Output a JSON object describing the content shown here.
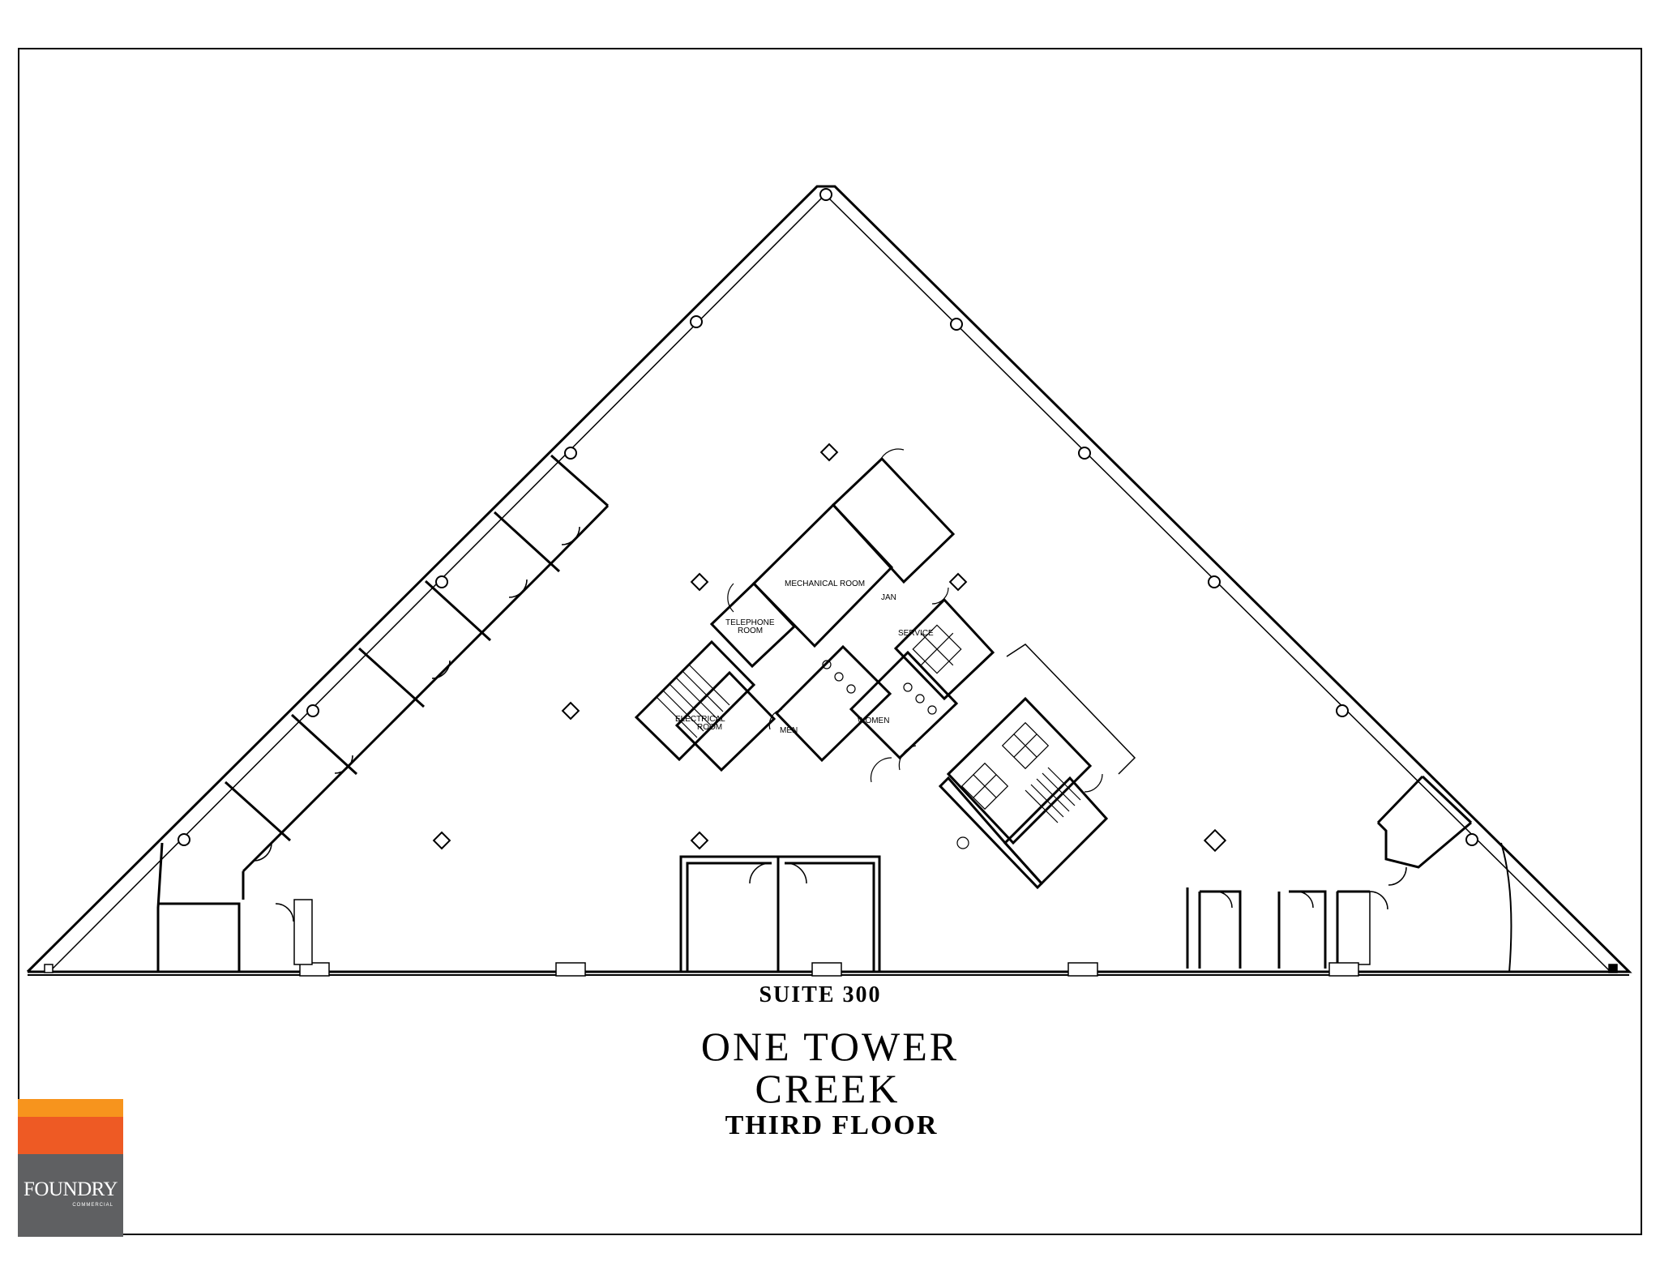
{
  "plan": {
    "suite_label": "SUITE 300",
    "building_line1": "ONE TOWER",
    "building_line2": "CREEK",
    "floor_label": "THIRD FLOOR"
  },
  "rooms": {
    "mechanical": "MECHANICAL ROOM",
    "telephone_line1": "TELEPHONE",
    "telephone_line2": "ROOM",
    "electrical_line1": "ELECTRICAL",
    "electrical_line2": "ROOM",
    "janitor": "JAN",
    "service": "SERVICE",
    "men": "MEN",
    "women": "WOMEN"
  },
  "logo": {
    "name": "FOUNDRY",
    "subtitle": "COMMERCIAL",
    "colors": {
      "top": "#f7941d",
      "middle": "#ee5a24",
      "base": "#5f6062"
    }
  }
}
